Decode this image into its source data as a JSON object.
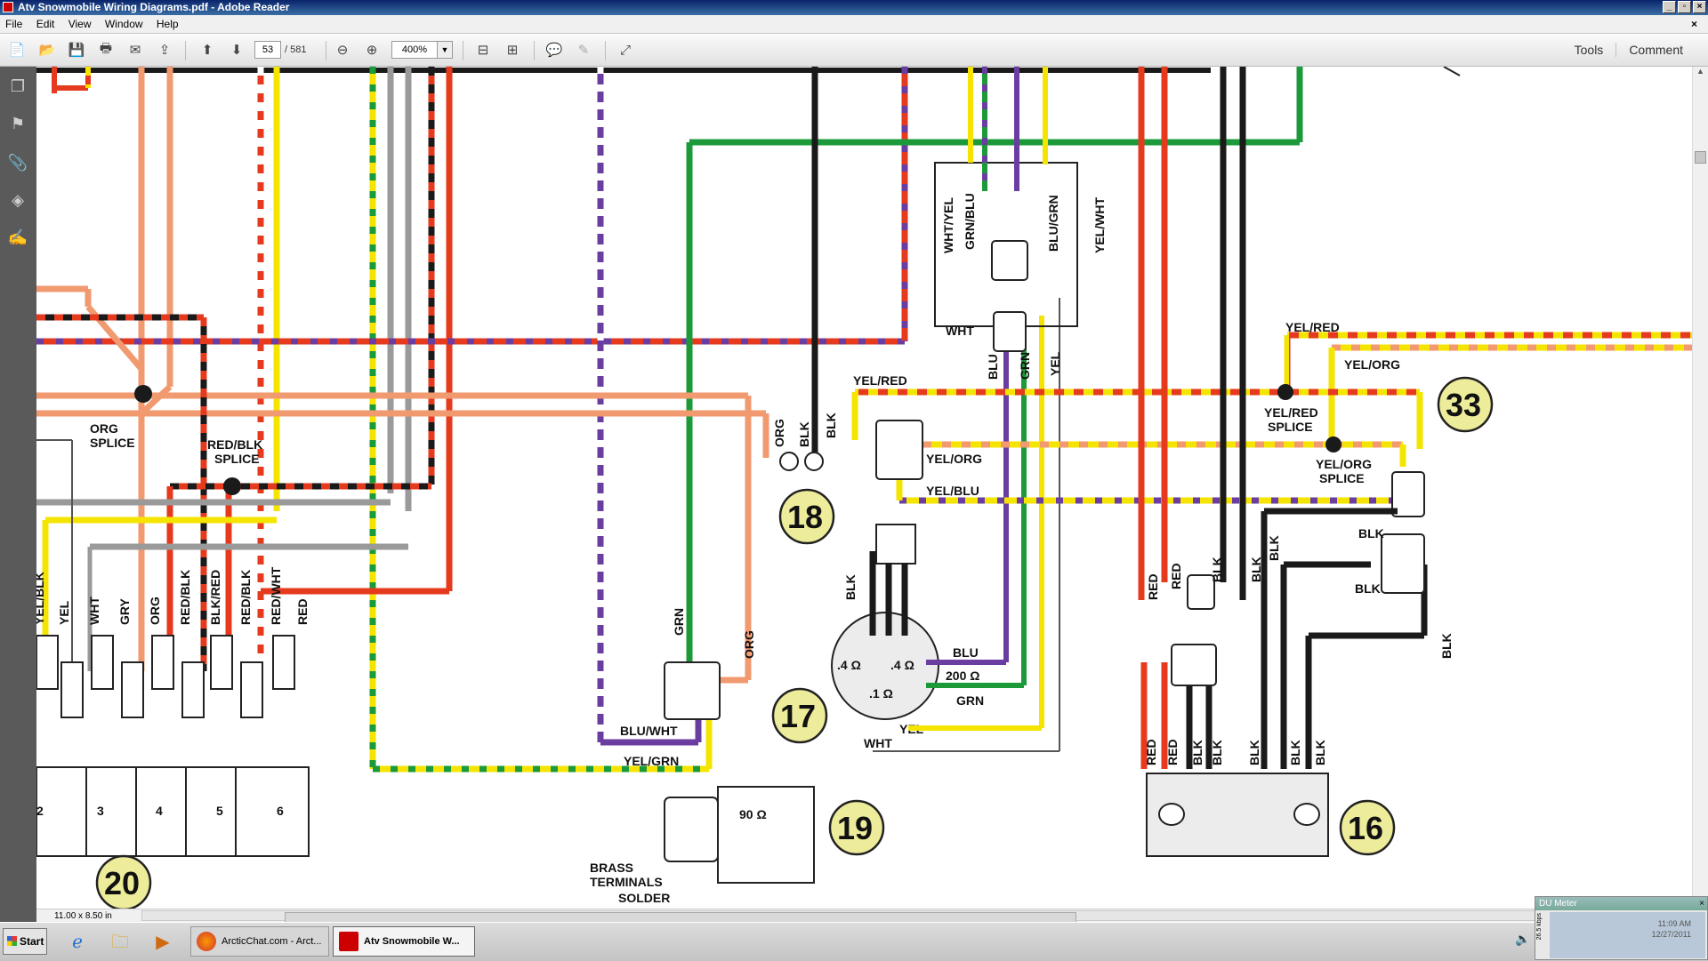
{
  "window": {
    "title": "Atv Snowmobile Wiring Diagrams.pdf - Adobe Reader"
  },
  "menu": {
    "items": [
      "File",
      "Edit",
      "View",
      "Window",
      "Help"
    ]
  },
  "toolbar": {
    "page_current": "53",
    "page_total": "/ 581",
    "zoom": "400%",
    "tools_label": "Tools",
    "comment_label": "Comment"
  },
  "icons": {
    "left_panel": [
      "pages-icon",
      "bookmark-icon",
      "attachment-icon",
      "layers-icon",
      "signature-icon"
    ]
  },
  "diagram": {
    "labels": {
      "org_splice_1": "ORG",
      "org_splice_2": "SPLICE",
      "redblk_splice_1": "RED/BLK",
      "redblk_splice_2": "SPLICE",
      "yelred_top": "YEL/RED",
      "yelorg_top": "YEL/ORG",
      "yelred_mid": "YEL/RED",
      "yelred_splice_1": "YEL/RED",
      "yelred_splice_2": "SPLICE",
      "yelorg_splice_1": "YEL/ORG",
      "yelorg_splice_2": "SPLICE",
      "yelorg_conn": "YEL/ORG",
      "yelblu": "YEL/BLU",
      "wht_top": "WHT",
      "blu_v": "BLU",
      "grn_v": "GRN",
      "yel_v": "YEL",
      "whtyel": "WHT/YEL",
      "grnblu": "GRN/BLU",
      "blugrn": "BLU/GRN",
      "yelwht": "YEL/WHT",
      "org_18": "ORG",
      "blk_18a": "BLK",
      "blk_18b": "BLK",
      "blk_stator": "BLK",
      "blu_stator": "BLU",
      "grn_stator": "GRN",
      "yel_stator": "YEL",
      "wht_stator": "WHT",
      "ohm_200": "200 Ω",
      "ohm_4a": ".4 Ω",
      "ohm_4b": ".4 Ω",
      "ohm_1": ".1 Ω",
      "grn_17": "GRN",
      "org_17": "ORG",
      "bluwht": "BLU/WHT",
      "yelgrn": "YEL/GRN",
      "ohm_90": "90 Ω",
      "brass_1": "BRASS",
      "brass_2": "TERMINALS",
      "solder": "SOLDER",
      "wire_yelblk": "YEL/BLK",
      "wire_yel": "YEL",
      "wire_wht": "WHT",
      "wire_gry": "GRY",
      "wire_org": "ORG",
      "wire_redblk": "RED/BLK",
      "wire_blkred": "BLK/RED",
      "wire_redblk2": "RED/BLK",
      "wire_redwht": "RED/WHT",
      "wire_red": "RED",
      "pos_2": "2",
      "pos_3": "3",
      "pos_4": "4",
      "pos_5": "5",
      "pos_6": "6",
      "r16_red": "RED",
      "r16_red2": "RED",
      "r16_blk": "BLK",
      "r16_red3": "RED",
      "r16_red4": "RED",
      "r16_blk2": "BLK",
      "r16_blk3": "BLK",
      "r16_blk4": "BLK",
      "r16_blk5": "BLK",
      "r16_blk6": "BLK",
      "r16_blk7": "BLK",
      "r16_blk8": "BLK",
      "r16_blk9": "BLK",
      "r16_blk10": "BLK",
      "r16_blk11": "BLK"
    },
    "callouts": {
      "c16": "16",
      "c17": "17",
      "c18": "18",
      "c19": "19",
      "c20": "20",
      "c33": "33"
    }
  },
  "status": {
    "page_size": "11.00 x 8.50 in"
  },
  "taskbar": {
    "start": "Start",
    "tasks": [
      "ArcticChat.com - Arct...",
      "Atv Snowmobile W..."
    ]
  },
  "dumeter": {
    "title": "DU Meter",
    "axis": "26.5 kbps",
    "time": "11:09 AM",
    "date": "12/27/2011"
  }
}
